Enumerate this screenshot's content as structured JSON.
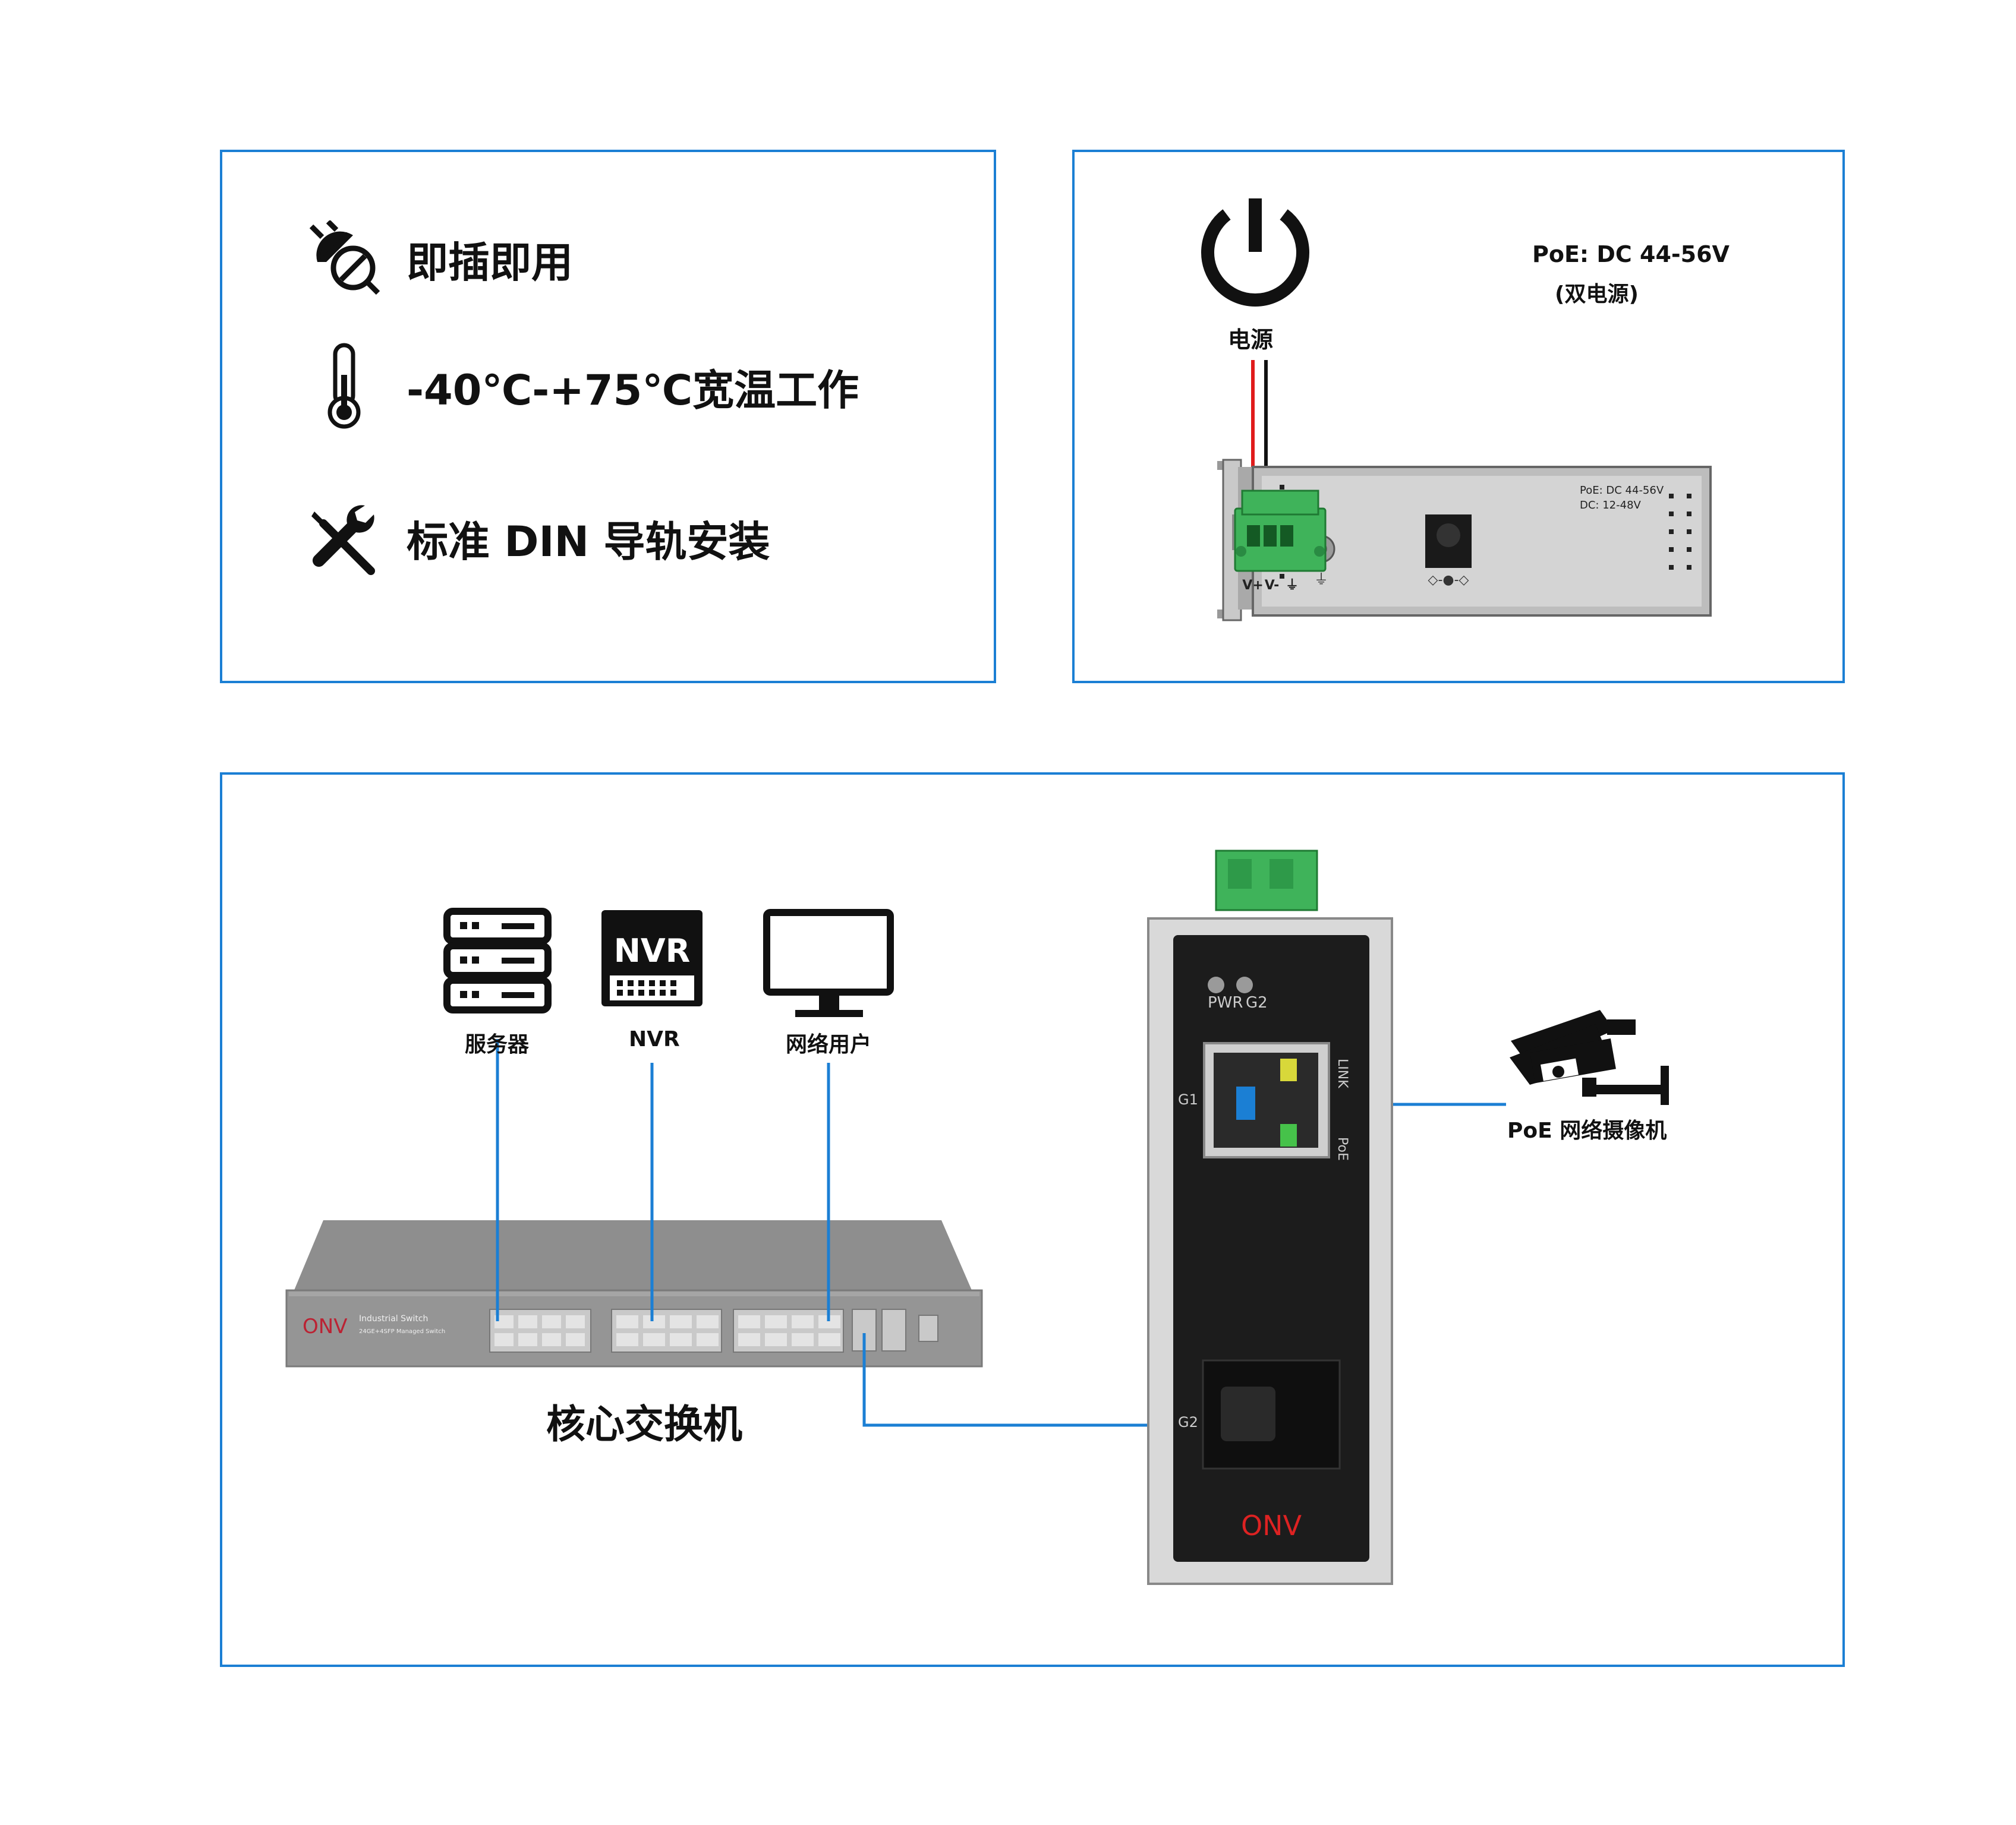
{
  "features": [
    {
      "icon": "plug-icon",
      "text": "即插即用"
    },
    {
      "icon": "thermometer-icon",
      "text": "-40℃-+75℃宽温工作"
    },
    {
      "icon": "tools-icon",
      "text": "标准 DIN 导轨安装"
    }
  ],
  "power": {
    "caption": "电源",
    "spec_line1": "PoE: DC 44-56V",
    "spec_line2": "(双电源)",
    "plate_line1": "PoE: DC 44-56V",
    "plate_line2": "DC: 12-48V",
    "terminal_labels": [
      "V+",
      "V-",
      "⏚"
    ],
    "wire_colors": [
      "#e01b1b",
      "#111111"
    ]
  },
  "topology": {
    "devices": [
      {
        "icon": "server-icon",
        "label": "服务器"
      },
      {
        "icon": "nvr-icon",
        "label": "NVR",
        "badge": "NVR"
      },
      {
        "icon": "monitor-icon",
        "label": "网络用户"
      }
    ],
    "core_switch": {
      "label": "核心交换机",
      "brand": "ONV",
      "model_line1": "Industrial Switch",
      "model_line2": "24GE+4SFP Managed Switch"
    },
    "converter": {
      "brand": "ONV",
      "led_labels": [
        "PWR",
        "G2"
      ],
      "port_g1": "G1",
      "port_g2": "G2",
      "side_link": "LINK",
      "side_poe": "PoE"
    },
    "camera": {
      "icon": "camera-icon",
      "label": "PoE 网络摄像机"
    },
    "line_color": "#1b7fd4"
  }
}
